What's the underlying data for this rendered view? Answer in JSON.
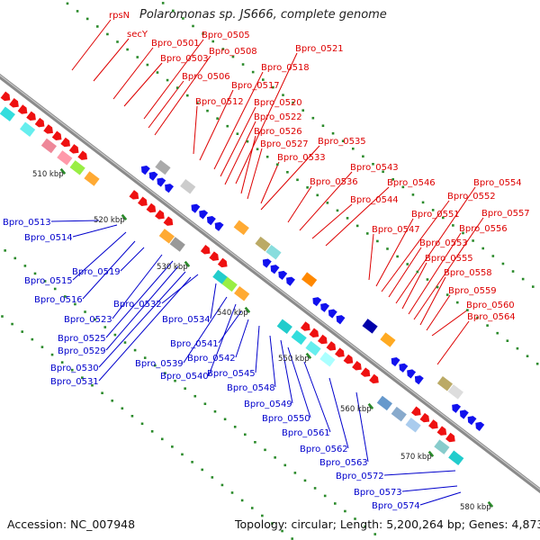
{
  "title": "Polaromonas sp. JS666, complete genome",
  "footer": {
    "accession": "Accession: NC_007948",
    "topology": "Topology: circular; Length: 5,200,264 bp; Genes: 4,873"
  },
  "colors": {
    "forward_label": "#dd0000",
    "reverse_label": "#0000cc",
    "backbone": "#8a8a8a",
    "tick": "#2a8a2a"
  },
  "kbp_ticks": [
    "510 kbp",
    "520 kbp",
    "530 kbp",
    "540 kbp",
    "550 kbp",
    "560 kbp",
    "570 kbp",
    "580 kbp"
  ],
  "forward_genes": [
    "rpsN",
    "secY",
    "Bpro_0501",
    "Bpro_0503",
    "Bpro_0505",
    "Bpro_0506",
    "Bpro_0508",
    "Bpro_0512",
    "Bpro_0517",
    "Bpro_0518",
    "Bpro_0520",
    "Bpro_0521",
    "Bpro_0522",
    "Bpro_0526",
    "Bpro_0527",
    "Bpro_0533",
    "Bpro_0535",
    "Bpro_0536",
    "Bpro_0543",
    "Bpro_0544",
    "Bpro_0546",
    "Bpro_0547",
    "Bpro_0551",
    "Bpro_0552",
    "Bpro_0553",
    "Bpro_0554",
    "Bpro_0555",
    "Bpro_0556",
    "Bpro_0557",
    "Bpro_0558",
    "Bpro_0559",
    "Bpro_0560",
    "Bpro_0564"
  ],
  "reverse_genes": [
    "Bpro_0513",
    "Bpro_0514",
    "Bpro_0515",
    "Bpro_0516",
    "Bpro_0519",
    "Bpro_0523",
    "Bpro_0525",
    "Bpro_0529",
    "Bpro_0530",
    "Bpro_0531",
    "Bpro_0532",
    "Bpro_0534",
    "Bpro_0539",
    "Bpro_0540",
    "Bpro_0541",
    "Bpro_0542",
    "Bpro_0545",
    "Bpro_0548",
    "Bpro_0549",
    "Bpro_0550",
    "Bpro_0561",
    "Bpro_0562",
    "Bpro_0563",
    "Bpro_0572",
    "Bpro_0573",
    "Bpro_0574"
  ]
}
